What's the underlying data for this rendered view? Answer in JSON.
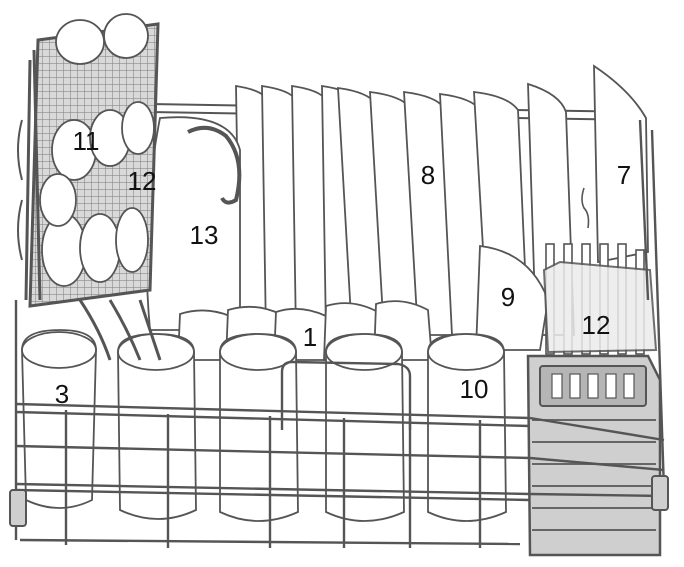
{
  "labels": {
    "l1": "1",
    "l3": "3",
    "l7": "7",
    "l8": "8",
    "l9": "9",
    "l10": "10",
    "l11": "11",
    "l12a": "12",
    "l12b": "12",
    "l13": "13"
  },
  "colors": {
    "outline": "#555555",
    "basket_fill": "#e6e6e6",
    "basket_dark": "#9a9a9a",
    "item_fill": "#ffffff",
    "label": "#111111"
  }
}
